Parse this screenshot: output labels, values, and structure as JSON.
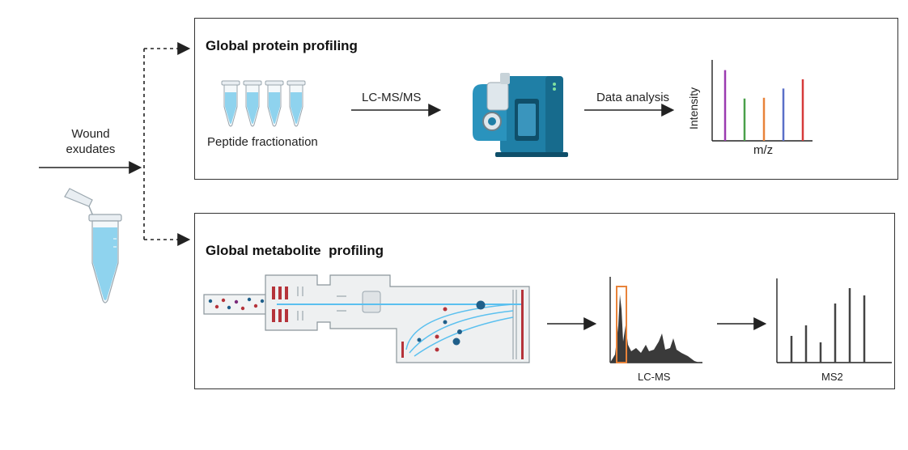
{
  "input": {
    "label_line1": "Wound",
    "label_line2": "exudates"
  },
  "protein": {
    "title": "Global protein profiling",
    "step1": "Peptide fractionation",
    "step2": "LC-MS/MS",
    "step3": "Data analysis",
    "chart": {
      "ylabel": "Intensity",
      "xlabel": "m/z",
      "peaks": [
        {
          "value": 0.92,
          "color": "#9b3bb0"
        },
        {
          "value": 0.55,
          "color": "#4aa04a"
        },
        {
          "value": 0.56,
          "color": "#e8833a"
        },
        {
          "value": 0.68,
          "color": "#5a6fc8"
        },
        {
          "value": 0.8,
          "color": "#d63a3a"
        }
      ]
    }
  },
  "metabolite": {
    "title": "Global metabolite  profiling",
    "lcms_label": "LC-MS",
    "ms2_label": "MS2",
    "ms2_peaks": [
      0.33,
      0.46,
      0.25,
      0.73,
      0.92,
      0.83
    ]
  },
  "colors": {
    "tube_liquid": "#8fd3ee",
    "instrument": "#1f7fa6",
    "beam": "#5bc0ef",
    "rod": "#b5333a",
    "highlight": "#e8833a"
  }
}
